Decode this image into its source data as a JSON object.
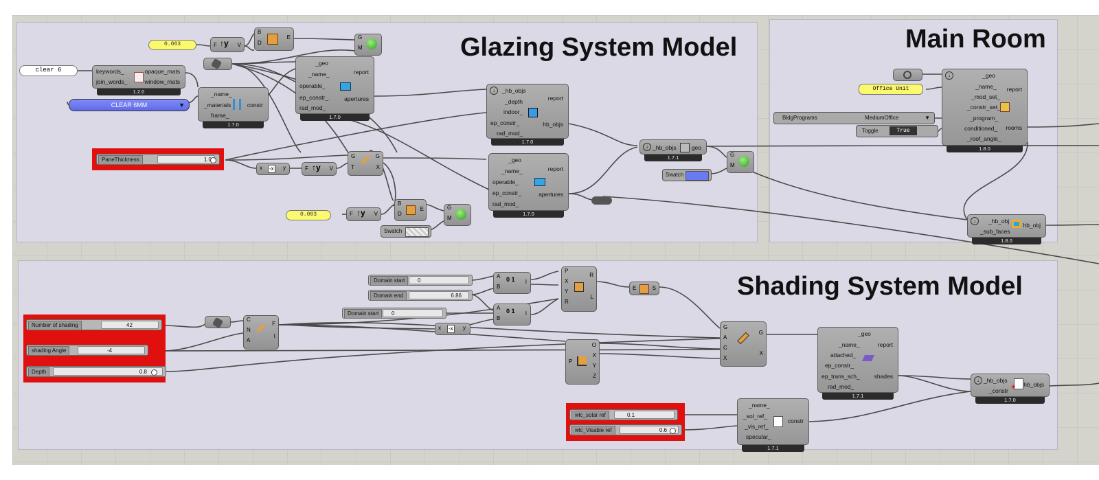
{
  "groups": {
    "glazing": "Glazing System Model",
    "main_room": "Main Room",
    "shading": "Shading System Model"
  },
  "inputs": {
    "clear_panel": "clear 6",
    "num_top": "0.003",
    "num_bottom": "0.003",
    "clear_dropdown": "CLEAR 6MM",
    "office_panel": "Office Unit",
    "bldg_label": "BldgPrograms",
    "bldg_value": "MediumOffice",
    "toggle_label": "Toggle",
    "toggle_value": "True",
    "swatch1": "Swatch",
    "swatch2": "Swatch"
  },
  "sliders": {
    "pane_thickness": {
      "label": "PaneThickness",
      "value": "1.0"
    },
    "domain_start1": {
      "label": "Domain start",
      "value": "0"
    },
    "domain_end": {
      "label": "Domain end",
      "value": "6.86"
    },
    "domain_start2": {
      "label": "Domain start",
      "value": "0"
    },
    "number_of_shading": {
      "label": "Number of shading",
      "value": "42"
    },
    "shading_angle": {
      "label": "shading Angle",
      "value": "-4"
    },
    "depth": {
      "label": "Depth",
      "value": "0.8"
    },
    "wlc_solar": {
      "label": "wlc_solar ref",
      "value": "0.1"
    },
    "wlc_visable": {
      "label": "wlc_Visable ref",
      "value": "0.6"
    }
  },
  "components": {
    "join": {
      "in": [
        "keywords_",
        "join_words_"
      ],
      "out": [
        "opaque_mats",
        "window_mats"
      ],
      "version": "1.2.0"
    },
    "constr": {
      "in": [
        "_name_",
        "_materials",
        "frame_"
      ],
      "out": [
        "constr"
      ],
      "version": "1.7.0"
    },
    "aperture1": {
      "in": [
        "_geo",
        "_name_",
        "operable_",
        "ep_constr_",
        "rad_mod_"
      ],
      "out": [
        "report",
        "apertures"
      ],
      "version": "1.7.0"
    },
    "addsub": {
      "in": [
        "_hb_objs",
        "_depth",
        "indoor_",
        "ep_constr_",
        "rad_mod_"
      ],
      "out": [
        "report",
        "hb_objs"
      ],
      "version": "1.7.0"
    },
    "aperture2": {
      "in": [
        "_geo",
        "_name_",
        "operable_",
        "ep_constr_",
        "rad_mod_"
      ],
      "out": [
        "report",
        "apertures"
      ],
      "version": "1.7.0"
    },
    "deconstruct": {
      "in": [
        "_hb_objs"
      ],
      "out": [
        "geo"
      ],
      "version": "1.7.1"
    },
    "room": {
      "in": [
        "_geo",
        "_name_",
        "_mod_set_",
        "_constr_set_",
        "_program_",
        "conditioned_",
        "_roof_angle_"
      ],
      "out": [
        "report",
        "rooms"
      ],
      "version": "1.8.0"
    },
    "addaperture": {
      "in": [
        "_hb_obj",
        "_sub_faces"
      ],
      "out": [
        "hb_obj"
      ],
      "version": "1.8.0"
    },
    "shade": {
      "in": [
        "_geo",
        "_name_",
        "attached_",
        "ep_constr_",
        "ep_trans_sch_",
        "rad_mod_"
      ],
      "out": [
        "report",
        "shades"
      ],
      "version": "1.7.1"
    },
    "shadeconstr": {
      "in": [
        "_name_",
        "_sol_ref_",
        "_vis_ref_",
        "specular_"
      ],
      "out": [
        "constr"
      ],
      "version": "1.7.1"
    },
    "assign": {
      "in": [
        "_hb_objs",
        "_constr"
      ],
      "out": [
        "hb_objs"
      ],
      "version": "1.7.0"
    }
  },
  "ports": {
    "fyv": [
      "F",
      "V"
    ],
    "bde": [
      "B",
      "D",
      "E"
    ],
    "gm": [
      "G",
      "M"
    ],
    "xy": [
      "x",
      "y"
    ],
    "gt": [
      "G",
      "T"
    ],
    "gx": [
      "G",
      "X"
    ],
    "ab": [
      "A",
      "B"
    ],
    "i": "I",
    "pxyr": [
      "P",
      "X",
      "Y",
      "R"
    ],
    "rl": [
      "R",
      "L"
    ],
    "es": [
      "E",
      "S"
    ],
    "cna": [
      "C",
      "N",
      "A"
    ],
    "ft": [
      "F",
      "t"
    ],
    "p": "P",
    "oxyz": [
      "O",
      "X",
      "Y",
      "Z"
    ],
    "gacx": [
      "G",
      "A",
      "C",
      "X"
    ],
    "gx2": [
      "G",
      "X"
    ]
  },
  "colors": {
    "red_highlight": "#e0100f",
    "number_yellow": "#fbf96e",
    "dropdown_blue": "#6f7cf0",
    "group_bg": "#dcd9e6"
  }
}
